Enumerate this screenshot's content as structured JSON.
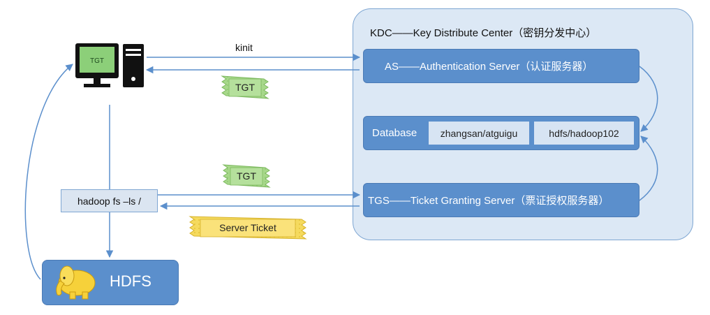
{
  "kdc": {
    "title": "KDC——Key Distribute Center（密钥分发中心）"
  },
  "as_server": {
    "label": "AS——Authentication Server（认证服务器）"
  },
  "tgs_server": {
    "label": "TGS——Ticket Granting Server（票证授权服务器）"
  },
  "database": {
    "label": "Database",
    "entries": [
      "zhangsan/atguigu",
      "hdfs/hadoop102"
    ]
  },
  "client": {
    "screen_label": "TGT"
  },
  "command": {
    "label": "hadoop fs –ls /"
  },
  "hdfs": {
    "label": "HDFS"
  },
  "messages": {
    "kinit": "kinit"
  },
  "tickets": {
    "tgt_returned": "TGT",
    "tgt_sent": "TGT",
    "server_ticket": "Server Ticket"
  },
  "colors": {
    "arrow": "#5b8fcc",
    "bar": "#5b8fcc",
    "kdc_fill": "#dce8f5",
    "tgt_ticket": "#9fd37f",
    "server_ticket": "#f3d54e"
  }
}
